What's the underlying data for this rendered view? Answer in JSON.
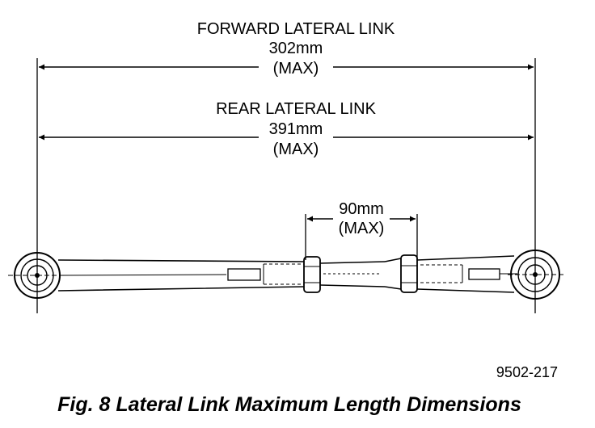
{
  "dimensions": {
    "forward": {
      "label": "FORWARD LATERAL LINK",
      "value": "302mm",
      "note": "(MAX)"
    },
    "rear": {
      "label": "REAR LATERAL LINK",
      "value": "391mm",
      "note": "(MAX)"
    },
    "adjuster": {
      "value": "90mm",
      "note": "(MAX)"
    }
  },
  "figure_number": "9502-217",
  "caption": "Fig. 8 Lateral Link Maximum Length Dimensions"
}
